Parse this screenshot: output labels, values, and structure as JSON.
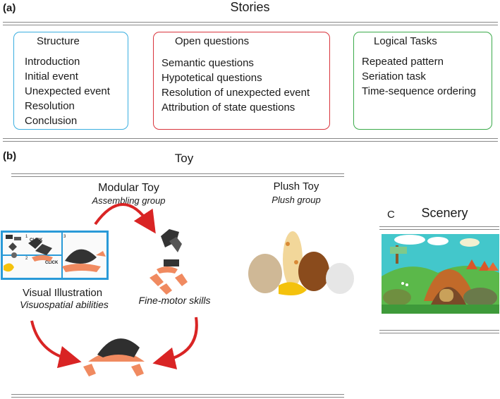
{
  "panel_a": {
    "label": "(a)",
    "title": "Stories",
    "boxes": [
      {
        "heading": "Structure",
        "color": "#3aaee0",
        "items": [
          "Introduction",
          "Initial event",
          "Unexpected event",
          "Resolution",
          "Conclusion"
        ]
      },
      {
        "heading": "Open questions",
        "color": "#d9343c",
        "items": [
          "Semantic questions",
          "Hypotetical questions",
          "Resolution of unexpected event",
          "Attribution of state questions"
        ]
      },
      {
        "heading": "Logical Tasks",
        "color": "#3aaa4a",
        "items": [
          "Repeated pattern",
          "Seriation task",
          "Time-sequence ordering"
        ]
      }
    ]
  },
  "panel_b": {
    "label": "(b)",
    "title": "Toy",
    "modular": {
      "title": "Modular Toy",
      "subtitle": "Assembling group"
    },
    "plush": {
      "title": "Plush Toy",
      "subtitle": "Plush group"
    },
    "visual": {
      "title": "Visual Illustration",
      "subtitle": "Visuospatial abilities"
    },
    "motor": {
      "subtitle": "Fine-motor skills"
    },
    "instruction_text": [
      "CLICK",
      "CLICK"
    ],
    "instruction_nums": [
      "1",
      "2",
      "3"
    ],
    "arrow_color": "#d92424",
    "frame_color": "#2a9ad8"
  },
  "panel_c": {
    "label": "C",
    "title": "Scenery"
  }
}
